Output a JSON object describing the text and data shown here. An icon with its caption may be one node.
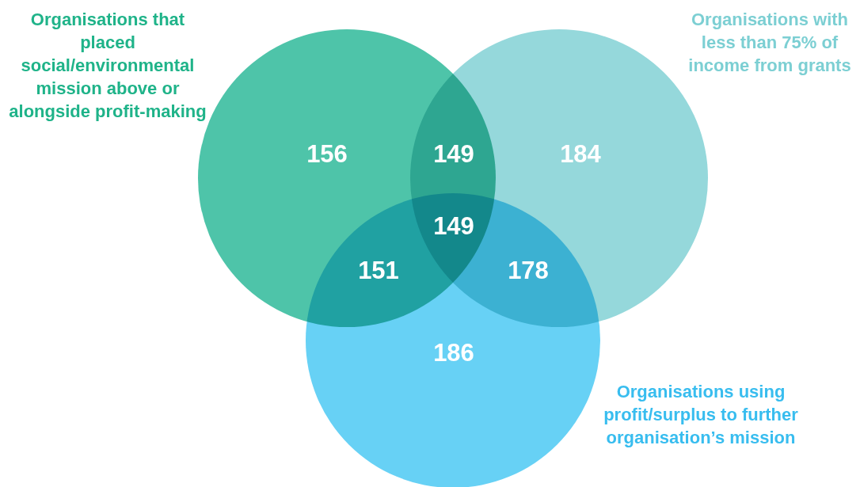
{
  "diagram": {
    "nodes": [
      {
        "text": [
          "Organisations that placed social/environmental mission above or alongside profit-making",
          "156"
        ]
      },
      {
        "text": [
          "Organisations with less than 75% of income from grants",
          "184"
        ]
      },
      {
        "text": [
          "Organisations using profit/surplus to further organisation’s mission",
          "186"
        ]
      }
    ],
    "labels": [
      "149",
      "149",
      "151",
      "178"
    ]
  }
}
